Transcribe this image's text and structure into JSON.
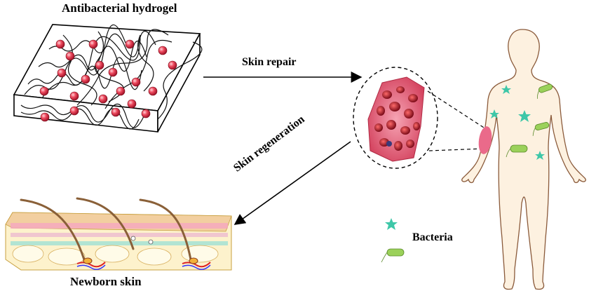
{
  "labels": {
    "hydrogel_title": "Antibacterial hydrogel",
    "skin_repair": "Skin repair",
    "skin_regeneration": "Skin regeneration",
    "newborn_skin": "Newborn skin",
    "bacteria": "Bacteria"
  },
  "colors": {
    "bead": "#e8334a",
    "skin_body": "#fdf1e0",
    "body_outline": "#8a5a3a",
    "wound": "#ea6a8a",
    "bacteria_star": "#3ec7a8",
    "bacteria_rod": "#9bd15a",
    "tissue": "#d9435e"
  },
  "icons": [
    "hydrogel-block-icon",
    "human-body-icon",
    "tissue-magnified-icon",
    "skin-section-icon",
    "bacteria-star-icon",
    "bacteria-rod-icon"
  ]
}
